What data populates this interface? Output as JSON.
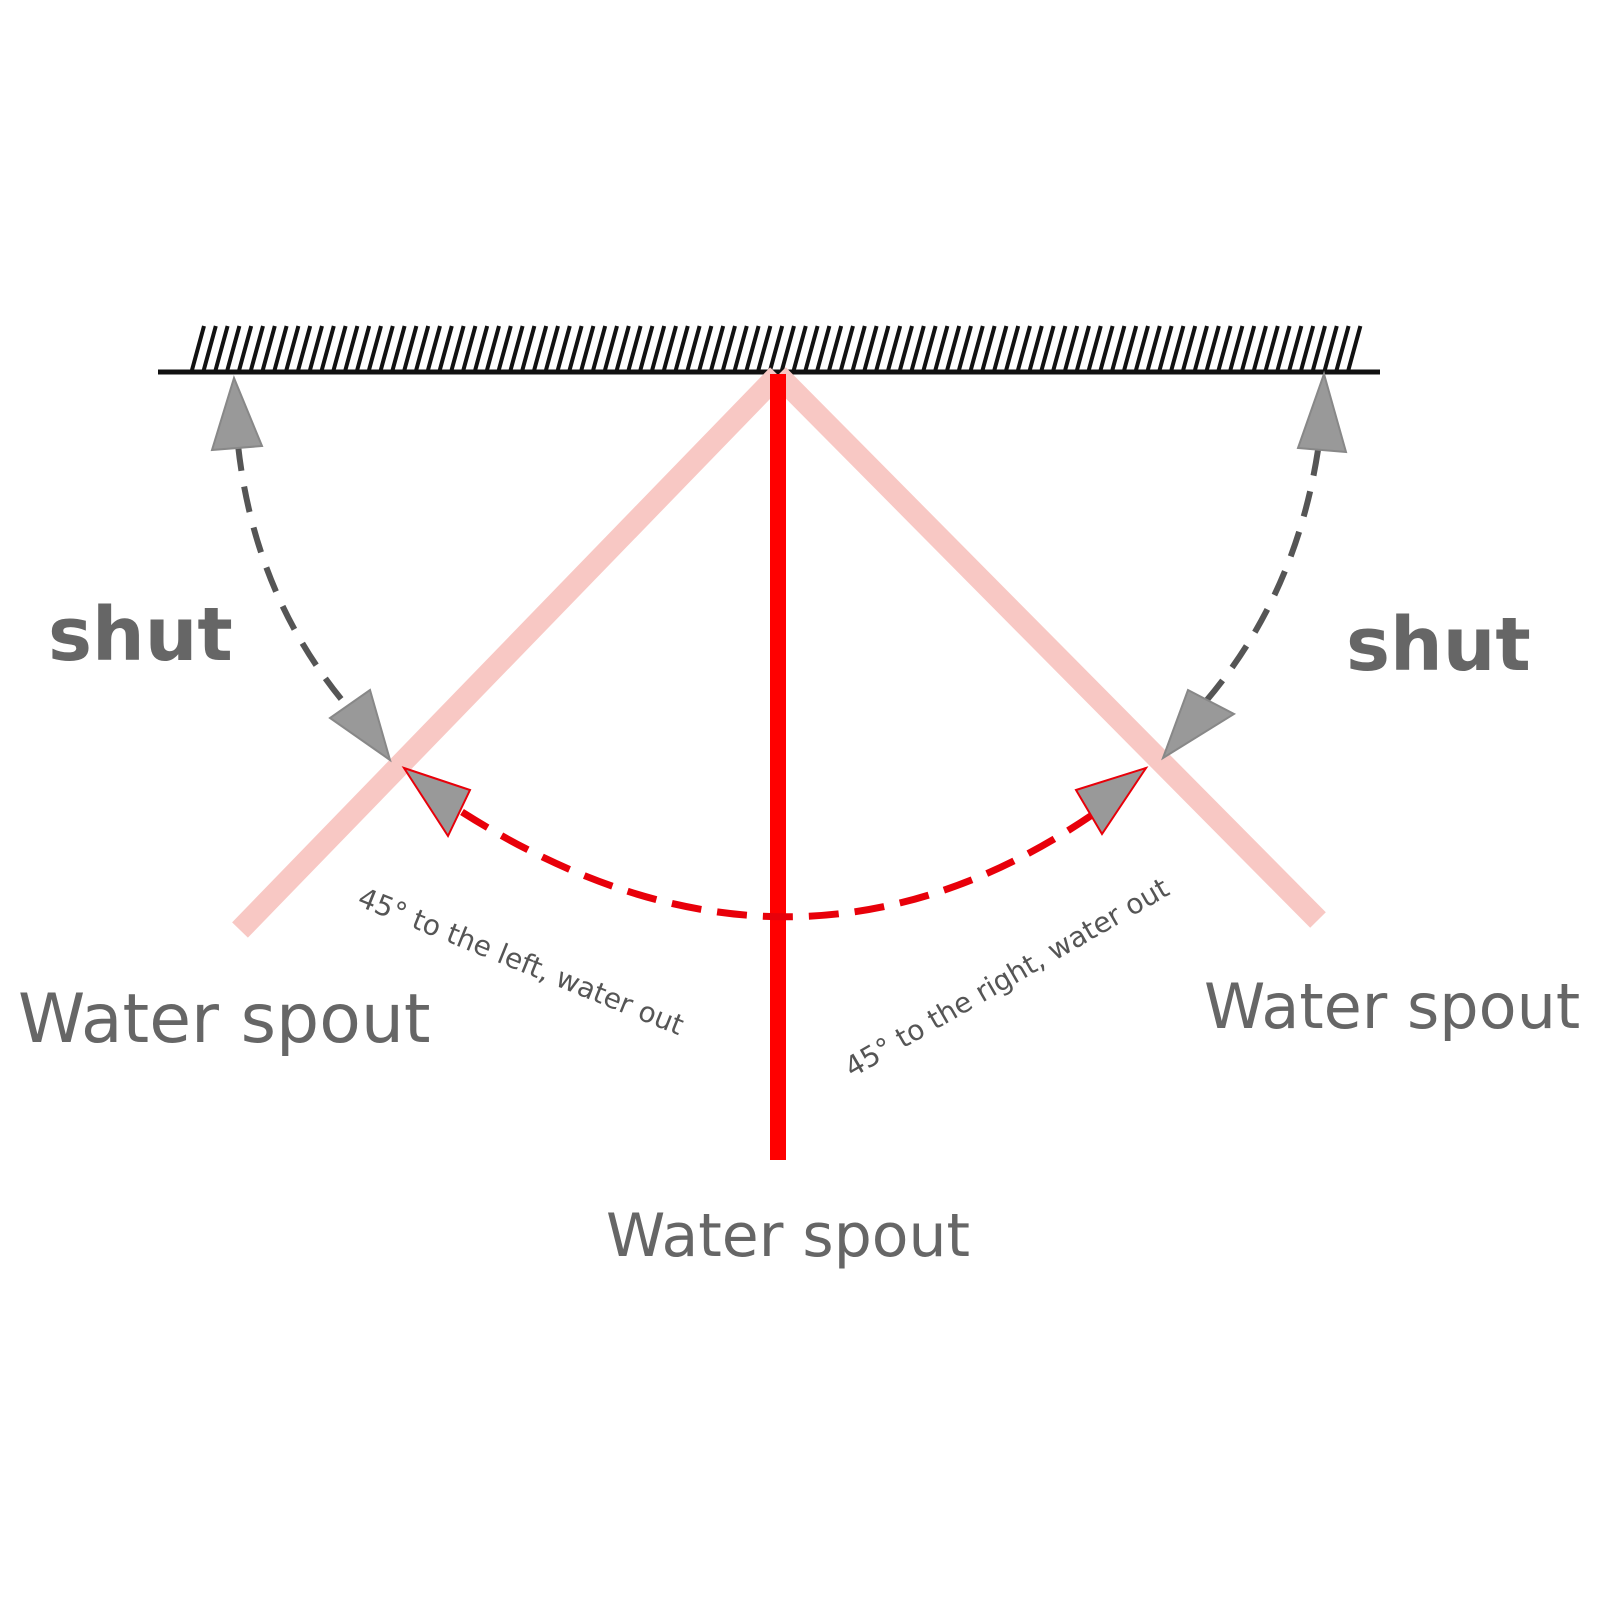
{
  "labels": {
    "shut_left": "shut",
    "shut_right": "shut",
    "spout_left": "Water spout",
    "spout_right": "Water spout",
    "spout_center": "Water spout",
    "note_left": "45°   to the left, water out",
    "note_right": "45°   to the right, water out"
  },
  "angles": {
    "left_rotation_deg": 45,
    "right_rotation_deg": 45,
    "shut_rotation_deg": 90
  },
  "colors": {
    "ceiling": "#111111",
    "center_spout": "#ff0000",
    "rotated_spout": "#f8c8c4",
    "shut_arrow": "#555555",
    "arrowhead_fill": "#999999",
    "open_arrow": "#e8000a",
    "text": "#666666"
  }
}
